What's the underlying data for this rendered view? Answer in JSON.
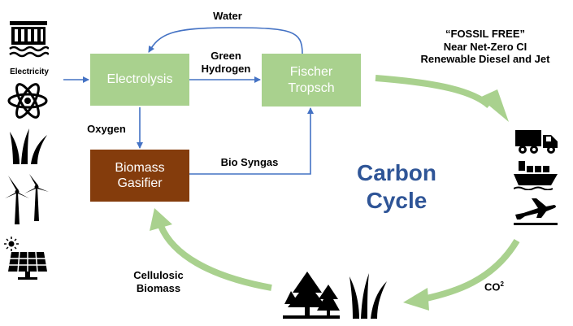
{
  "colors": {
    "process_green": "#a9d18e",
    "gasifier_brown": "#843c0c",
    "flow_arrow": "#4472c4",
    "cycle_arrow": "#a9d18e",
    "carbon_text": "#2f5597"
  },
  "nodes": {
    "electrolysis": "Electrolysis",
    "fischer_tropsch": {
      "line1": "Fischer",
      "line2": "Tropsch"
    },
    "biomass_gasifier": {
      "line1": "Biomass",
      "line2": "Gasifier"
    }
  },
  "edge_labels": {
    "water": "Water",
    "green_hydrogen": {
      "line1": "Green",
      "line2": "Hydrogen"
    },
    "oxygen": "Oxygen",
    "bio_syngas": "Bio Syngas",
    "cellulosic_biomass": {
      "line1": "Cellulosic",
      "line2": "Biomass"
    },
    "co2": {
      "base": "CO",
      "sub": "2"
    }
  },
  "sources": {
    "electricity_label": "Electricity",
    "icons": [
      "hydro-dam-icon",
      "atom-icon",
      "grass-icon",
      "wind-turbine-icon",
      "solar-panel-icon"
    ]
  },
  "products": {
    "headline": {
      "line1": "“FOSSIL FREE”",
      "line2": "Near Net-Zero CI",
      "line3": "Renewable Diesel and Jet"
    },
    "icons": [
      "truck-icon",
      "ship-icon",
      "airplane-icon"
    ]
  },
  "cycle_title": {
    "line1": "Carbon",
    "line2": "Cycle"
  },
  "feedstock_icons": [
    "trees-icon",
    "grass-icon"
  ]
}
